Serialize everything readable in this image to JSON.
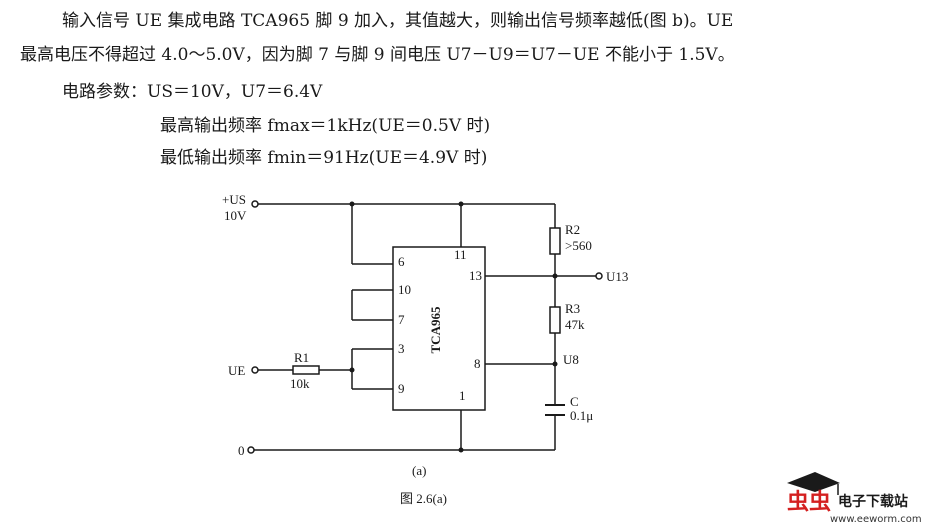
{
  "text": {
    "line1": "输入信号 UE 集成电路 TCA965 脚 9 加入，其值越大，则输出信号频率越低(图 b)。UE",
    "line2": "最高电压不得超过 4.0～5.0V，因为脚 7 与脚 9 间电压 U7－U9＝U7－UE 不能小于 1.5V。",
    "line3": "电路参数：US＝10V，U7＝6.4V",
    "line4": "最高输出频率 fmax＝1kHz(UE＝0.5V 时)",
    "line5": "最低输出频率 fmin＝91Hz(UE＝4.9V 时)"
  },
  "circuit": {
    "supply_label": "+US",
    "supply_value": "10V",
    "ic_name": "TCA965",
    "pins": [
      "6",
      "11",
      "13",
      "10",
      "7",
      "3",
      "8",
      "9",
      "1"
    ],
    "r2_name": "R2",
    "r2_value": ">560",
    "r3_name": "R3",
    "r3_value": "47k",
    "r1_name": "R1",
    "r1_value": "10k",
    "c_name": "C",
    "c_value": "0.1μ",
    "out_label": "U13",
    "u8_label": "U8",
    "input_label": "UE",
    "ground_label": "0",
    "sub_caption": "(a)",
    "fig_caption": "图 2.6(a)"
  },
  "watermark": {
    "brand": "虫虫",
    "tagline": "电子下载站",
    "url": "www.eeworm.com"
  },
  "colors": {
    "ink": "#1a1a1a",
    "watermark_red": "#d42020"
  }
}
